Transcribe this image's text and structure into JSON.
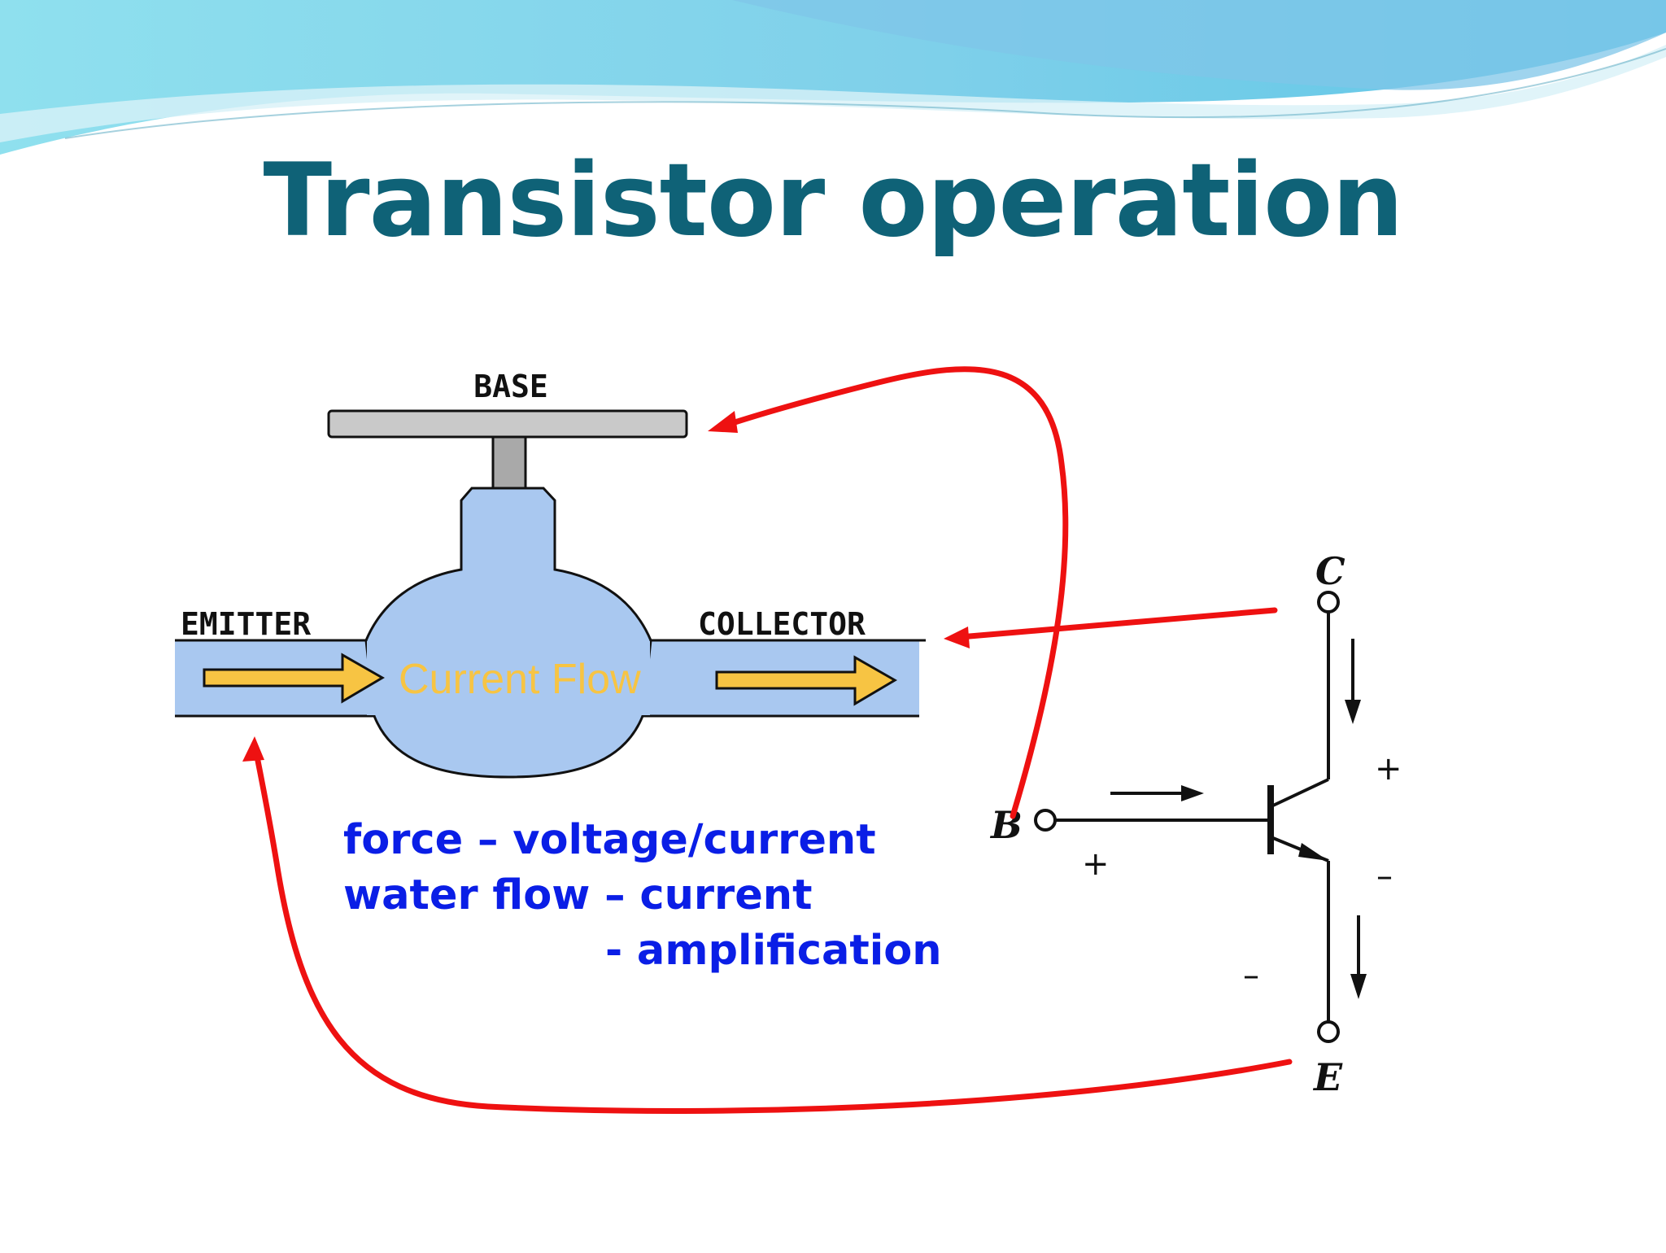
{
  "slide": {
    "title": "Transistor operation"
  },
  "valve": {
    "base_label": "BASE",
    "emitter_label": "EMITTER",
    "collector_label": "COLLECTOR",
    "flow_label": "Current Flow"
  },
  "notes": [
    "force – voltage/current",
    "water flow – current",
    "- amplification"
  ],
  "circuit": {
    "c_label": "C",
    "b_label": "B",
    "e_label": "E",
    "plus_right": "+",
    "minus_right": "–",
    "plus_base": "+",
    "minus_emitter": "–"
  },
  "colors": {
    "title": "#0f6277",
    "notes": "#0a1ee6",
    "link_arrows": "#ee1111",
    "water": "#a9c8f0",
    "flow_arrows": "#f7c443"
  }
}
